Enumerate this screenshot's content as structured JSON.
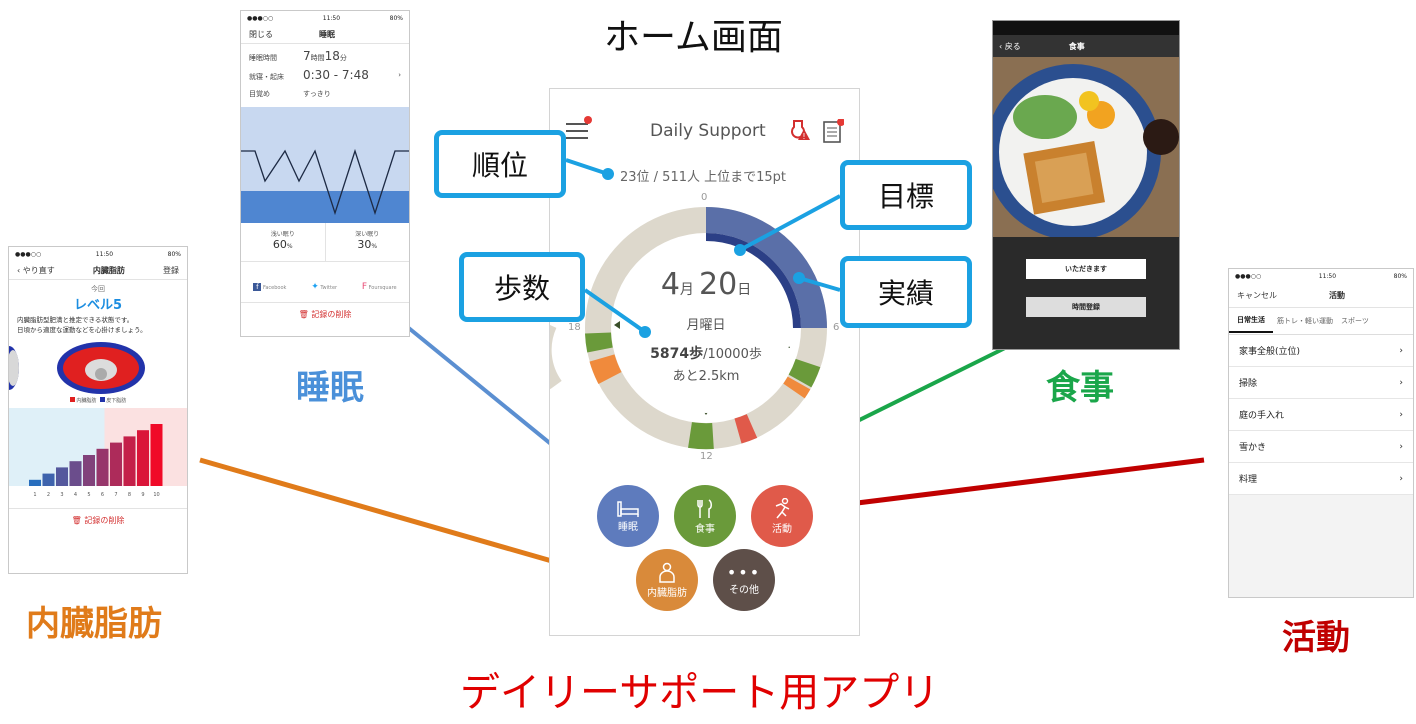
{
  "titles": {
    "home_screen": "ホーム画面",
    "app_caption": "デイリーサポート用アプリ"
  },
  "labels": {
    "sleep": "睡眠",
    "visceral_fat": "内臓脂肪",
    "meal": "食事",
    "activity": "活動"
  },
  "callouts": {
    "rank": "順位",
    "steps": "歩数",
    "goal": "目標",
    "actual": "実績"
  },
  "colors": {
    "callout_border": "#1ba1e2",
    "sleep": "#4a90d9",
    "visceral_fat": "#e07b1a",
    "meal": "#1aa64a",
    "activity": "#c00000",
    "caption": "#e00000"
  },
  "home": {
    "app_title": "Daily Support",
    "rank_line": "23位 / 511人 上位まで15pt",
    "clock_0": "0",
    "clock_6": "6",
    "clock_12": "12",
    "clock_18": "18",
    "date_month": "4",
    "date_month_unit": "月",
    "date_day": "20",
    "date_day_unit": "日",
    "weekday": "月曜日",
    "steps_value": "5874歩",
    "steps_goal": "/10000歩",
    "remaining": "あと2.5km",
    "buttons": {
      "sleep": "睡眠",
      "meal": "食事",
      "activity": "活動",
      "visceral_fat": "内臓脂肪",
      "other": "その他"
    }
  },
  "sleep_screen": {
    "status_time": "11:50",
    "status_battery": "80%",
    "close": "閉じる",
    "title": "睡眠",
    "duration_label": "睡眠時間",
    "duration_hours": "7",
    "duration_hours_unit": "時間",
    "duration_minutes": "18",
    "duration_minutes_unit": "分",
    "bedtime_label": "就寝・起床",
    "bedtime_value": "0:30 - 7:48",
    "wake_label": "目覚め",
    "wake_value": "すっきり",
    "light_label": "浅い眠り",
    "light_value": "60",
    "deep_label": "深い眠り",
    "deep_value": "30",
    "percent_unit": "%",
    "share_facebook": "Facebook",
    "share_twitter": "Twitter",
    "share_foursquare": "Foursquare",
    "delete": "記録の削除"
  },
  "fat_screen": {
    "status_time": "11:50",
    "status_battery": "80%",
    "back": "やり直す",
    "title": "内臓脂肪",
    "register": "登録",
    "today": "今回",
    "level": "レベル5",
    "desc_line1": "内臓脂肪型肥満と推定できる状態です。",
    "desc_line2": "日頃から適度な運動などを心掛けましょう。",
    "legend_visceral": "内臓脂肪",
    "legend_subcutaneous": "皮下脂肪",
    "delete": "記録の削除"
  },
  "chart_data": {
    "type": "bar",
    "categories": [
      "1",
      "2",
      "3",
      "4",
      "5",
      "6",
      "7",
      "8",
      "9",
      "10"
    ],
    "values": [
      1,
      2,
      3,
      4,
      5,
      6,
      7,
      8,
      9,
      10
    ],
    "title": "",
    "xlabel": "",
    "ylabel": "",
    "highlight_from": "6"
  },
  "meal_screen": {
    "back": "戻る",
    "title": "食事",
    "eat_button": "いただきます",
    "time_button": "時間登録"
  },
  "activity_screen": {
    "status_time": "11:50",
    "status_battery": "80%",
    "cancel": "キャンセル",
    "title": "活動",
    "tabs": [
      "日常生活",
      "筋トレ・軽い運動",
      "スポーツ"
    ],
    "items": [
      "家事全般(立位)",
      "掃除",
      "庭の手入れ",
      "雪かき",
      "料理"
    ]
  }
}
